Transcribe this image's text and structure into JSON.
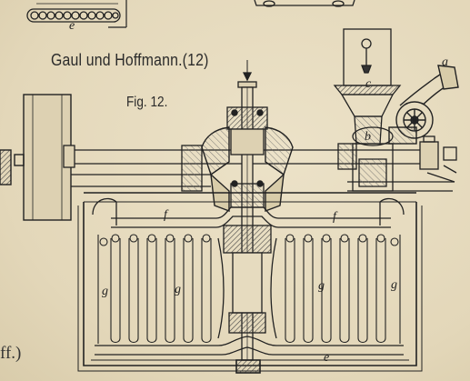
{
  "caption": {
    "title": "Gaul und Hoffmann.",
    "number": "(12)"
  },
  "figure_label": "Fig. 12.",
  "part_labels": {
    "a": "a",
    "b": "b",
    "c": "c",
    "e_top": "e",
    "e_bottom": "e",
    "f_left": "f",
    "f_right": "f",
    "g1": "g",
    "g2": "g",
    "g3": "g",
    "g4": "g"
  },
  "edge_text": "ff.)",
  "colors": {
    "paper": "#e7dcc0",
    "ink": "#1f1f1f",
    "hatch": "#555555"
  }
}
